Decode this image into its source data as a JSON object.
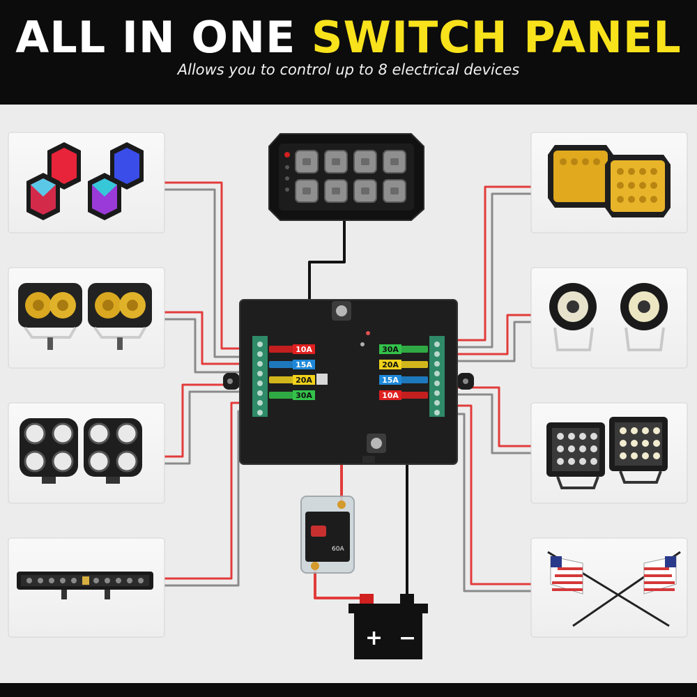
{
  "header": {
    "title_part1": "ALL IN ONE",
    "title_part2": "SWITCH PANEL",
    "subtitle": "Allows you to control up to 8 electrical devices"
  },
  "colors": {
    "title_white": "#ffffff",
    "title_yellow": "#f8e21c",
    "wire_red": "#e23b3b",
    "wire_gray": "#8a8a8a",
    "wire_black": "#111111"
  },
  "devices": {
    "left": [
      "rgb-rock-lights-icon",
      "yellow-pod-lights-icon",
      "four-lens-pod-lights-icon",
      "led-light-bar-icon"
    ],
    "right": [
      "amber-driving-lights-icon",
      "round-fog-lights-icon",
      "cube-work-lights-icon",
      "whip-flags-icon"
    ]
  },
  "fuse_box": {
    "left_fuses": [
      "10A",
      "15A",
      "20A",
      "30A"
    ],
    "right_fuses": [
      "30A",
      "20A",
      "15A",
      "10A"
    ]
  },
  "breaker": {
    "rating": "60A"
  },
  "battery": {
    "positive": "+",
    "negative": "−"
  }
}
